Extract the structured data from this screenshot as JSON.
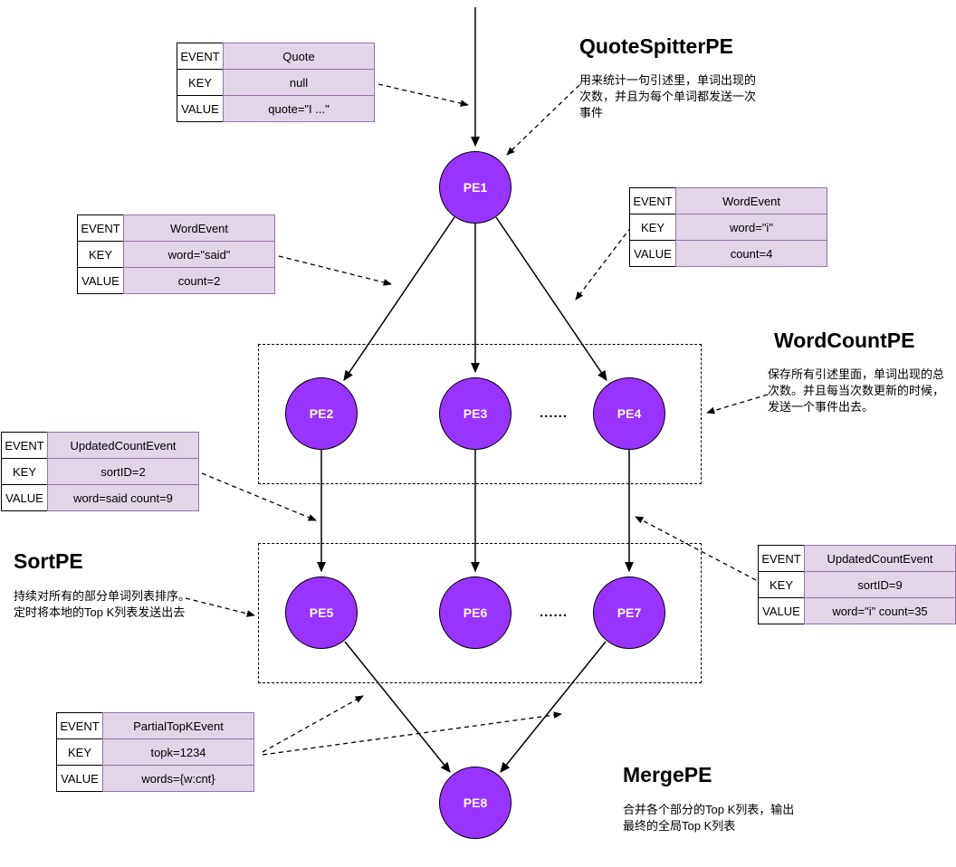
{
  "colors": {
    "node_fill": "#9933ff",
    "node_stroke": "#000000",
    "table_label_fill": "#ffffff",
    "table_value_fill": "#e1d5e7",
    "table_value_border": "#9673a6"
  },
  "nodes": [
    "PE1",
    "PE2",
    "PE3",
    "PE4",
    "PE5",
    "PE6",
    "PE7",
    "PE8"
  ],
  "ellipsis": "......",
  "sections": {
    "quote_spitter": {
      "title": "QuoteSpitterPE",
      "description": "用来统计一句引述里，单词出现的\n次数，并且为每个单词都发送一次\n事件"
    },
    "word_count": {
      "title": "WordCountPE",
      "description": "保存所有引述里面，单词出现的总\n次数。并且每当次数更新的时候，\n发送一个事件出去。"
    },
    "sort": {
      "title": "SortPE",
      "description": "持续对所有的部分单词列表排序。\n定时将本地的Top K列表发送出去"
    },
    "merge": {
      "title": "MergePE",
      "description": "合并各个部分的Top K列表，输出\n最终的全局Top K列表"
    }
  },
  "tables": {
    "quote": {
      "rows": [
        {
          "label": "EVENT",
          "value": "Quote"
        },
        {
          "label": "KEY",
          "value": "null"
        },
        {
          "label": "VALUE",
          "value": "quote=\"I ...\""
        }
      ]
    },
    "word_said": {
      "rows": [
        {
          "label": "EVENT",
          "value": "WordEvent"
        },
        {
          "label": "KEY",
          "value": "word=\"said\""
        },
        {
          "label": "VALUE",
          "value": "count=2"
        }
      ]
    },
    "word_i": {
      "rows": [
        {
          "label": "EVENT",
          "value": "WordEvent"
        },
        {
          "label": "KEY",
          "value": "word=\"i\""
        },
        {
          "label": "VALUE",
          "value": "count=4"
        }
      ]
    },
    "updated_said": {
      "rows": [
        {
          "label": "EVENT",
          "value": "UpdatedCountEvent"
        },
        {
          "label": "KEY",
          "value": "sortID=2"
        },
        {
          "label": "VALUE",
          "value": "word=said count=9"
        }
      ]
    },
    "updated_i": {
      "rows": [
        {
          "label": "EVENT",
          "value": "UpdatedCountEvent"
        },
        {
          "label": "KEY",
          "value": "sortID=9"
        },
        {
          "label": "VALUE",
          "value": "word=\"i\" count=35"
        }
      ]
    },
    "partial_topk": {
      "rows": [
        {
          "label": "EVENT",
          "value": "PartialTopKEvent"
        },
        {
          "label": "KEY",
          "value": "topk=1234"
        },
        {
          "label": "VALUE",
          "value": "words={w:cnt}"
        }
      ]
    }
  }
}
